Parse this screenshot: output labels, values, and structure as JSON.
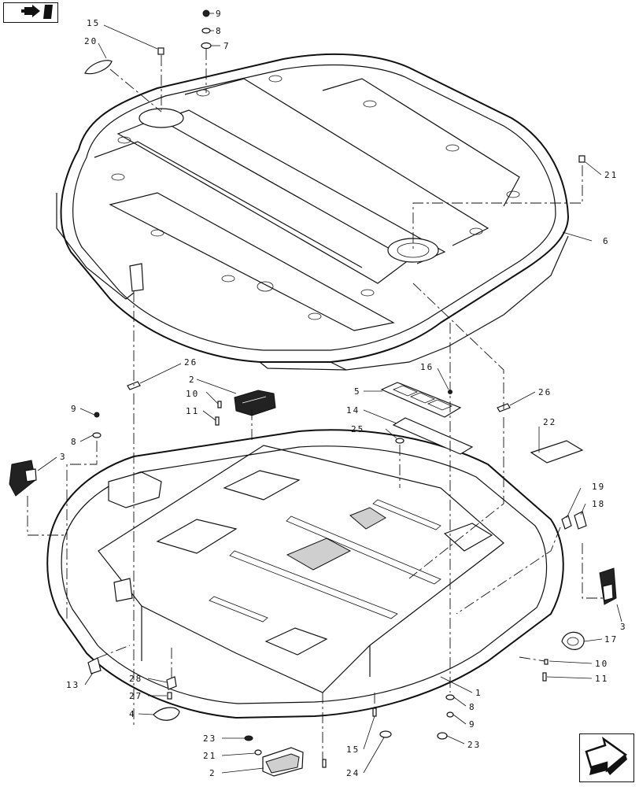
{
  "callouts": [
    {
      "id": "c15a",
      "text": "15"
    },
    {
      "id": "c20",
      "text": "20"
    },
    {
      "id": "c9a",
      "text": "9"
    },
    {
      "id": "c8a",
      "text": "8"
    },
    {
      "id": "c7",
      "text": "7"
    },
    {
      "id": "c21a",
      "text": "21"
    },
    {
      "id": "c6",
      "text": "6"
    },
    {
      "id": "c26a",
      "text": "26"
    },
    {
      "id": "c2a",
      "text": "2"
    },
    {
      "id": "c10a",
      "text": "10"
    },
    {
      "id": "c11a",
      "text": "11"
    },
    {
      "id": "c9b",
      "text": "9"
    },
    {
      "id": "c8b",
      "text": "8"
    },
    {
      "id": "c3a",
      "text": "3"
    },
    {
      "id": "c16",
      "text": "16"
    },
    {
      "id": "c5",
      "text": "5"
    },
    {
      "id": "c14",
      "text": "14"
    },
    {
      "id": "c25",
      "text": "25"
    },
    {
      "id": "c26b",
      "text": "26"
    },
    {
      "id": "c22",
      "text": "22"
    },
    {
      "id": "c19",
      "text": "19"
    },
    {
      "id": "c18",
      "text": "18"
    },
    {
      "id": "c3b",
      "text": "3"
    },
    {
      "id": "c17",
      "text": "17"
    },
    {
      "id": "c10b",
      "text": "10"
    },
    {
      "id": "c11b",
      "text": "11"
    },
    {
      "id": "c1",
      "text": "1"
    },
    {
      "id": "c8c",
      "text": "8"
    },
    {
      "id": "c9c",
      "text": "9"
    },
    {
      "id": "c23a",
      "text": "23"
    },
    {
      "id": "c13",
      "text": "13"
    },
    {
      "id": "c28",
      "text": "28"
    },
    {
      "id": "c27",
      "text": "27"
    },
    {
      "id": "c4",
      "text": "4"
    },
    {
      "id": "c23b",
      "text": "23"
    },
    {
      "id": "c21b",
      "text": "21"
    },
    {
      "id": "c2b",
      "text": "2"
    },
    {
      "id": "c15b",
      "text": "15"
    },
    {
      "id": "c24",
      "text": "24"
    }
  ],
  "icons": {
    "top_nav": "previous-page-arrow-icon",
    "bottom_nav": "next-page-arrow-icon"
  }
}
